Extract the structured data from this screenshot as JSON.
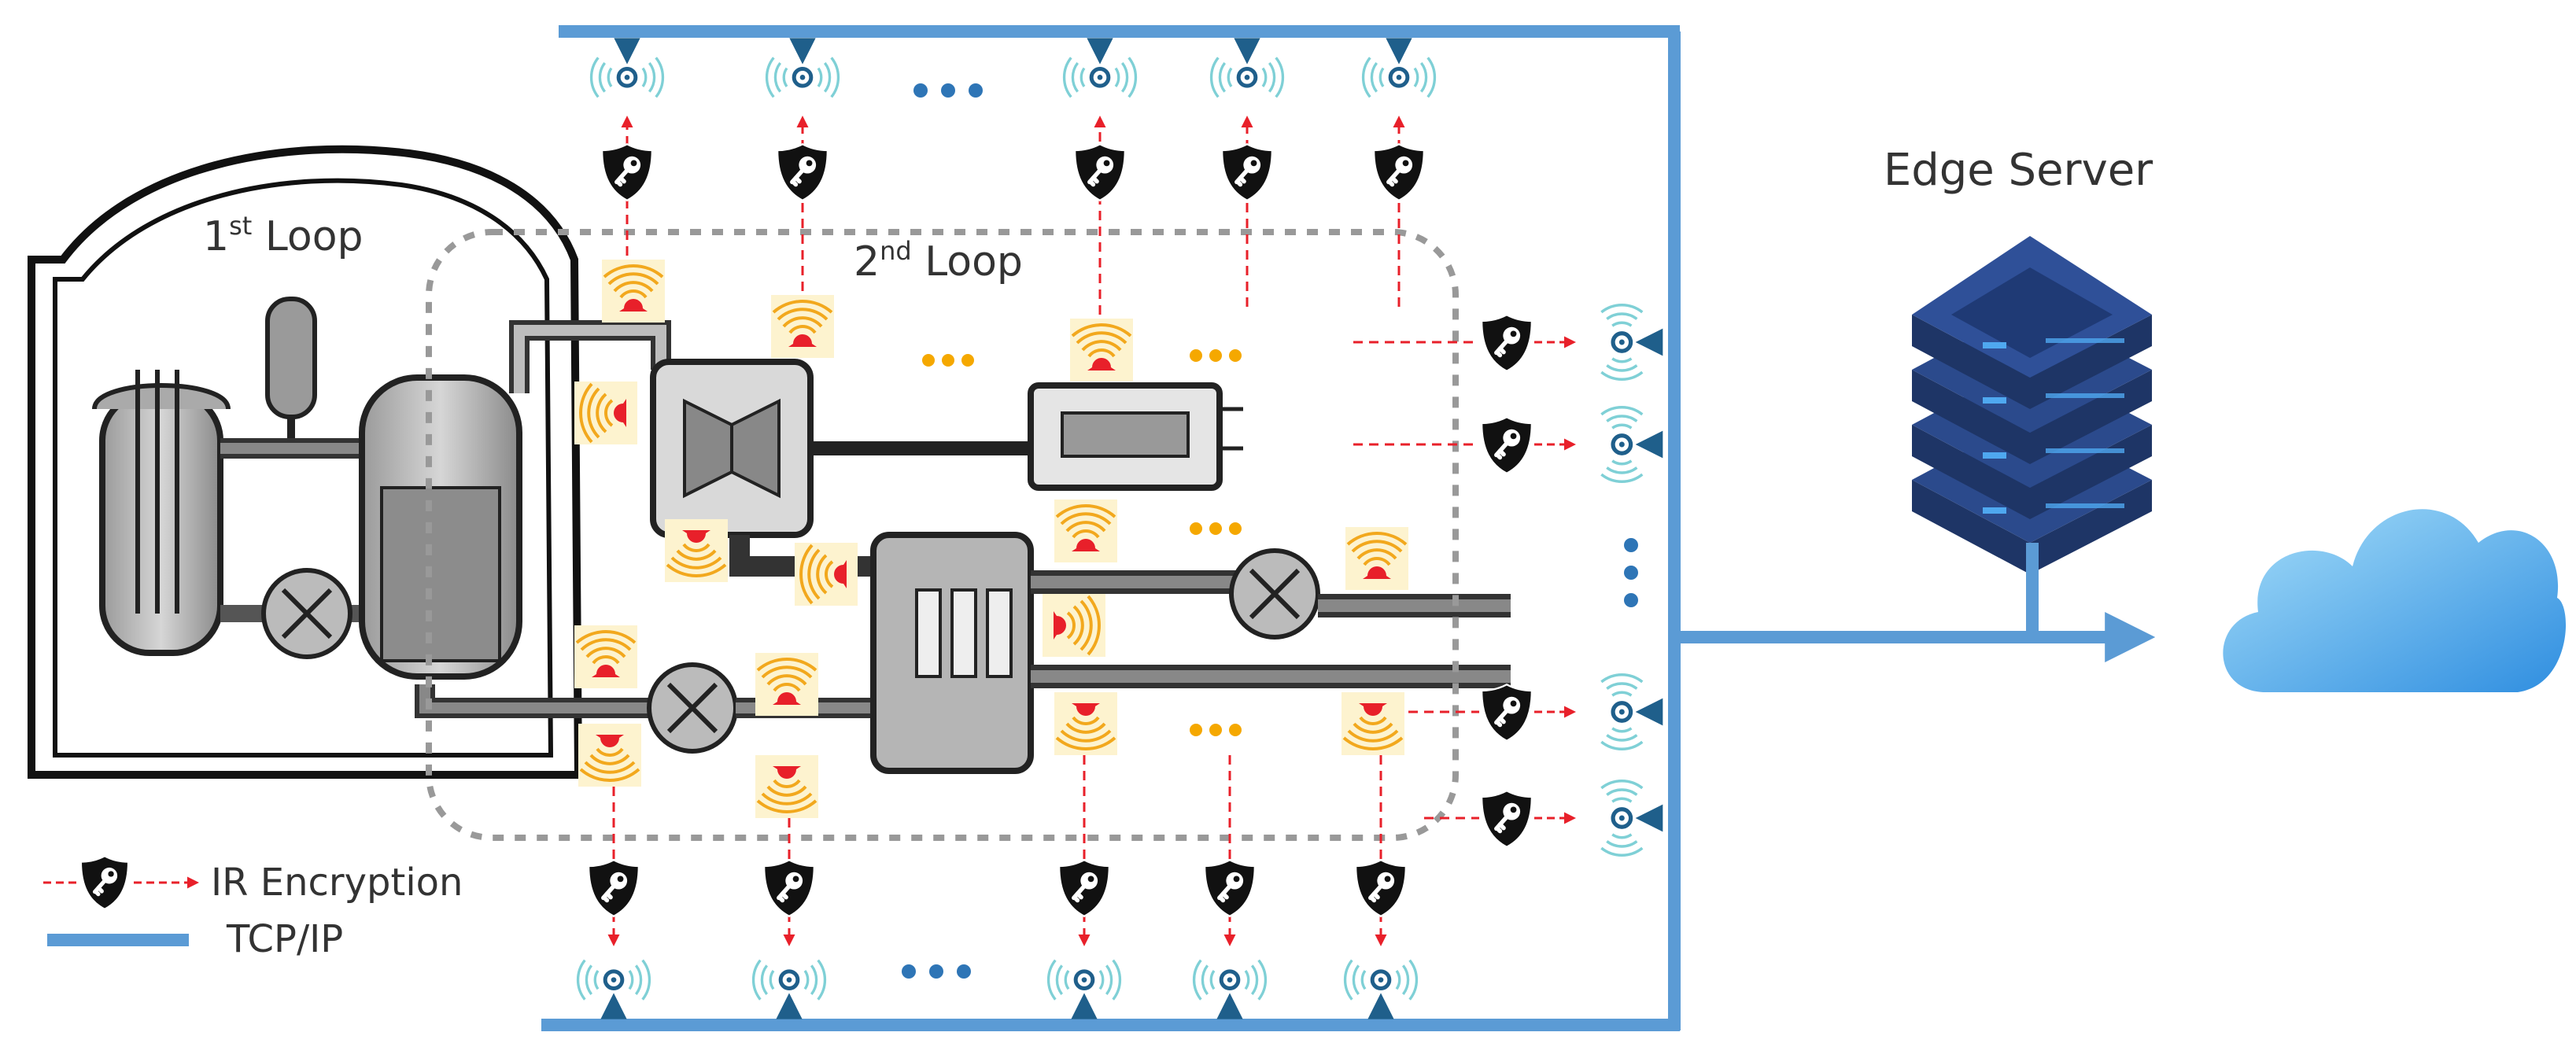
{
  "labels": {
    "loop1_main": "1",
    "loop1_sup": "st",
    "loop1_tail": " Loop",
    "loop2_main": "2",
    "loop2_sup": "nd",
    "loop2_tail": " Loop",
    "edge_server": "Edge Server"
  },
  "legend": {
    "encryption": "IR Encryption",
    "tcpip": "TCP/IP"
  },
  "colors": {
    "network_line": "#5b9bd5",
    "ir_arrow": "#e8202a",
    "sensor_wave": "#f2a81d",
    "sensor_bg": "#fdf3cf",
    "sensor_dot": "#e8202a",
    "antenna_body": "#1f5f8b",
    "antenna_wave": "#7fd0d6",
    "shield": "#111111",
    "ellipsis_blue": "#2e75b6",
    "ellipsis_orange": "#f5a800",
    "cloud_light": "#8ed3f7",
    "cloud_dark": "#2f8ee0",
    "server_dark": "#1e3566",
    "server_mid": "#2b4a8c",
    "server_led": "#4fa8f0",
    "loop_border": "#999999"
  },
  "icons": [
    "shield-key-icon",
    "antenna-icon",
    "ir-sensor-icon",
    "server-icon",
    "cloud-icon",
    "ellipsis-icon"
  ]
}
